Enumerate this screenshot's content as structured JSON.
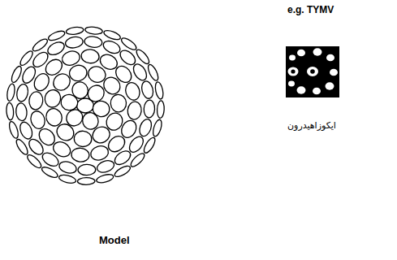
{
  "diagram": {
    "labels": [
      "e.g. TYMV",
      "ایکوزاهیدرون",
      "Model"
    ]
  }
}
